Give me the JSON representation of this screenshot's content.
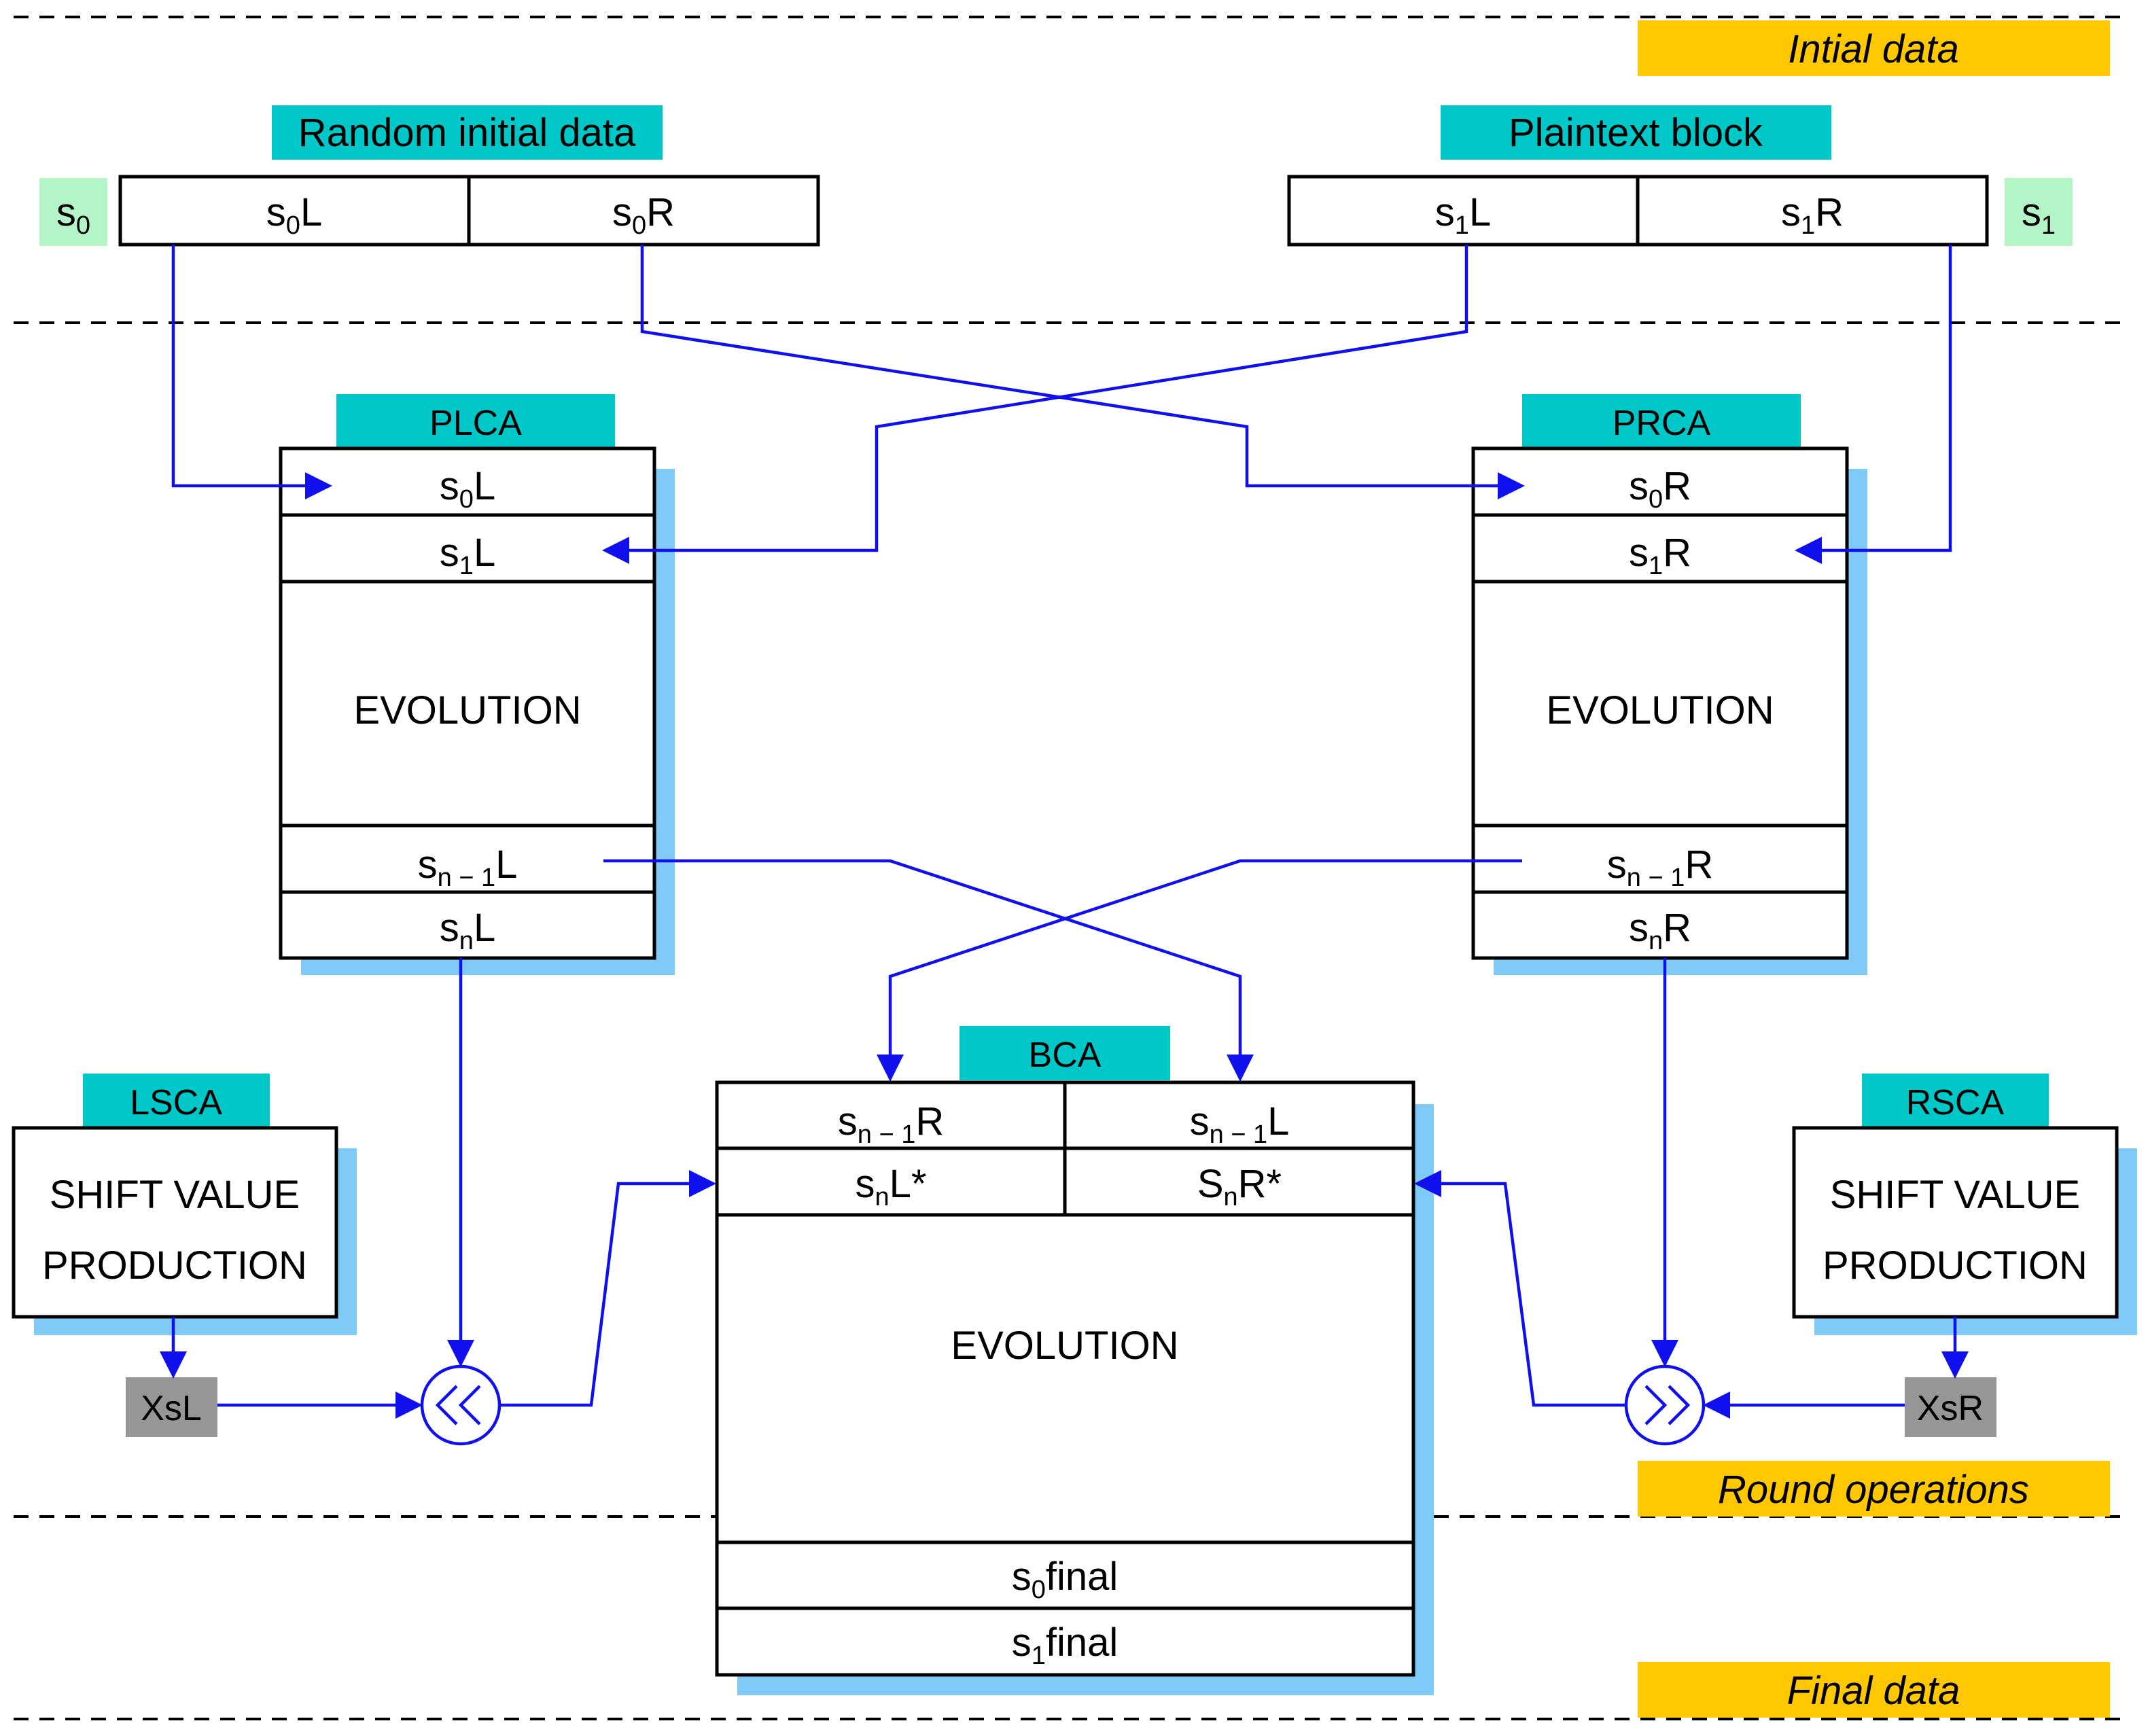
{
  "sections": {
    "initial": "Intial data",
    "round": "Round operations",
    "final": "Final data"
  },
  "inputs": {
    "random_label": "Random initial data",
    "plaintext_label": "Plaintext block",
    "s0_tag": "s",
    "s0_tag_sub": "0",
    "s1_tag": "s",
    "s1_tag_sub": "1"
  },
  "cells": {
    "s0L": {
      "base": "s",
      "sub": "0",
      "rest": "L"
    },
    "s0R": {
      "base": "s",
      "sub": "0",
      "rest": "R"
    },
    "s1L": {
      "base": "s",
      "sub": "1",
      "rest": "L"
    },
    "s1R": {
      "base": "s",
      "sub": "1",
      "rest": "R"
    },
    "sn1L": {
      "base": "s",
      "sub": "n − 1",
      "rest": "L"
    },
    "sn1R": {
      "base": "s",
      "sub": "n − 1",
      "rest": "R"
    },
    "snL": {
      "base": "s",
      "sub": "n",
      "rest": "L"
    },
    "snR": {
      "base": "s",
      "sub": "n",
      "rest": "R"
    },
    "snLstar": {
      "base": "s",
      "sub": "n",
      "rest": "L*"
    },
    "SnRstar": {
      "base": "S",
      "sub": "n",
      "rest": "R*"
    },
    "s0final": {
      "base": "s",
      "sub": "0",
      "rest": "final"
    },
    "s1final": {
      "base": "s",
      "sub": "1",
      "rest": "final"
    }
  },
  "blocks": {
    "plca": "PLCA",
    "prca": "PRCA",
    "bca": "BCA",
    "lsca": "LSCA",
    "rsca": "RSCA",
    "evolution": "EVOLUTION",
    "shift_line1": "SHIFT VALUE",
    "shift_line2": "PRODUCTION",
    "xsl": "XsL",
    "xsr": "XsR"
  },
  "colors": {
    "arrow": "#1010ee",
    "teal_tag": "#00c8c8",
    "mint_tag": "#b4f5c8",
    "gold_tag": "#ffc800",
    "gray_tag": "#969696",
    "shadow": "#7fcaf7"
  }
}
